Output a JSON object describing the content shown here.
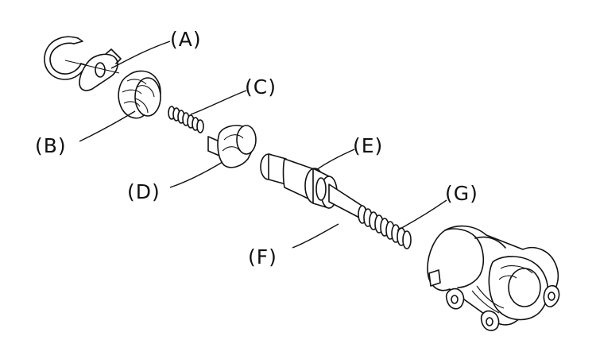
{
  "diagram": {
    "labels": {
      "a": "(A)",
      "b": "(B)",
      "c": "(C)",
      "d": "(D)",
      "e": "(E)",
      "f": "(F)",
      "g": "(G)"
    },
    "colors": {
      "ink": "#111111",
      "background": "#ffffff"
    }
  }
}
